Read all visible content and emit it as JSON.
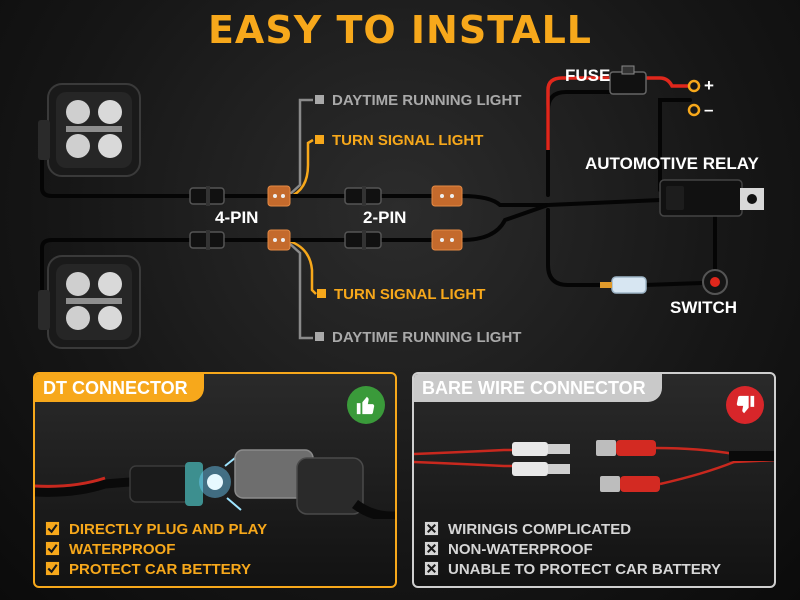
{
  "title": "EASY TO INSTALL",
  "labels": {
    "drl_top": "DAYTIME RUNNING LIGHT",
    "turn_top": "TURN SIGNAL LIGHT",
    "turn_bottom": "TURN SIGNAL LIGHT",
    "drl_bottom": "DAYTIME RUNNING LIGHT",
    "four_pin": "4-PIN",
    "two_pin": "2-PIN",
    "fuse": "FUSE",
    "relay": "AUTOMOTIVE RELAY",
    "switch": "SWITCH",
    "plus": "+",
    "minus": "–"
  },
  "dt_panel": {
    "title": "DT CONNECTOR",
    "features": [
      "DIRECTLY PLUG AND PLAY",
      "WATERPROOF",
      "PROTECT CAR BETTERY"
    ]
  },
  "bare_panel": {
    "title": "BARE WIRE CONNECTOR",
    "features": [
      "WIRINGIS COMPLICATED",
      "NON-WATERPROOF",
      "UNABLE TO PROTECT CAR BATTERY"
    ]
  },
  "colors": {
    "accent": "#f7a81b",
    "red_wire": "#e0271c",
    "good_badge": "#3a9a3a",
    "bad_badge": "#d8262a"
  },
  "icons": {
    "good": "thumbs-up-icon",
    "bad": "thumbs-down-icon"
  }
}
